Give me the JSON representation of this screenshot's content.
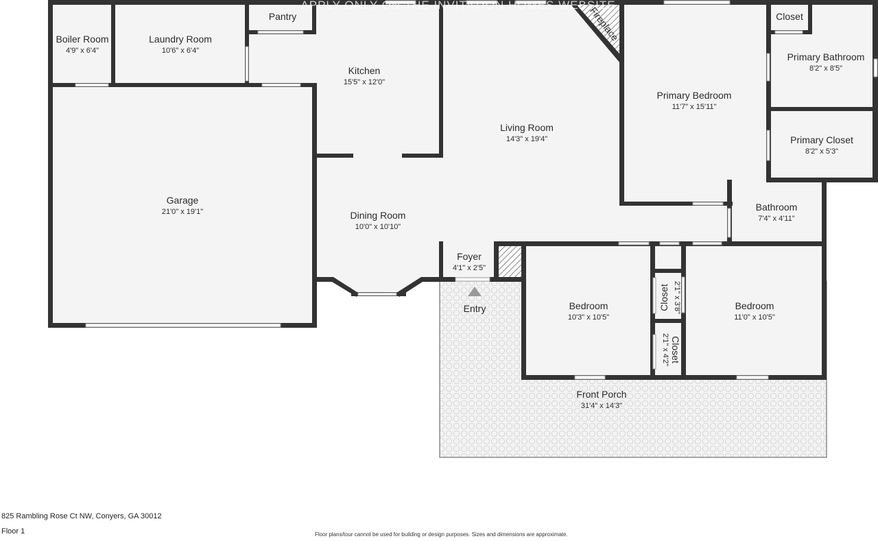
{
  "watermark": "APPLY ONLY ON THE INVITATION HOMES WEBSITE",
  "rooms": {
    "boiler_room": {
      "name": "Boiler Room",
      "dims": "4'9\" x 6'4\""
    },
    "laundry_room": {
      "name": "Laundry Room",
      "dims": "10'6\" x 6'4\""
    },
    "pantry": {
      "name": "Pantry"
    },
    "kitchen": {
      "name": "Kitchen",
      "dims": "15'5\" x 12'0\""
    },
    "living_room": {
      "name": "Living Room",
      "dims": "14'3\" x 19'4\""
    },
    "fireplace": {
      "name": "Fireplace"
    },
    "primary_bedroom": {
      "name": "Primary Bedroom",
      "dims": "11'7\" x 15'11\""
    },
    "closet_top": {
      "name": "Closet"
    },
    "primary_bathroom": {
      "name": "Primary Bathroom",
      "dims": "8'2\" x 8'5\""
    },
    "primary_closet": {
      "name": "Primary Closet",
      "dims": "8'2\" x 5'3\""
    },
    "garage": {
      "name": "Garage",
      "dims": "21'0\" x 19'1\""
    },
    "dining_room": {
      "name": "Dining Room",
      "dims": "10'0\" x 10'10\""
    },
    "bathroom": {
      "name": "Bathroom",
      "dims": "7'4\" x 4'11\""
    },
    "foyer": {
      "name": "Foyer",
      "dims": "4'1\" x 2'5\""
    },
    "entry": {
      "name": "Entry"
    },
    "bedroom_left": {
      "name": "Bedroom",
      "dims": "10'3\" x 10'5\""
    },
    "bedroom_right": {
      "name": "Bedroom",
      "dims": "11'0\" x 10'5\""
    },
    "closet_upper": {
      "name": "Closet",
      "dims": "2'1\" x 3'8\""
    },
    "closet_lower": {
      "name": "Closet",
      "dims": "2'1\" x 4'2\""
    },
    "front_porch": {
      "name": "Front Porch",
      "dims": "31'4\" x 14'3\""
    }
  },
  "footer": {
    "address": "825 Rambling Rose Ct NW, Conyers, GA 30012",
    "floor": "Floor 1",
    "disclaimer": "Floor plans/tour cannot be used for building or design purposes. Sizes and dimensions are approximate."
  },
  "colors": {
    "wall": "#333333",
    "floor": "#f4f4f4",
    "porch": "#f1f1f1",
    "text": "#2b2b2b"
  }
}
